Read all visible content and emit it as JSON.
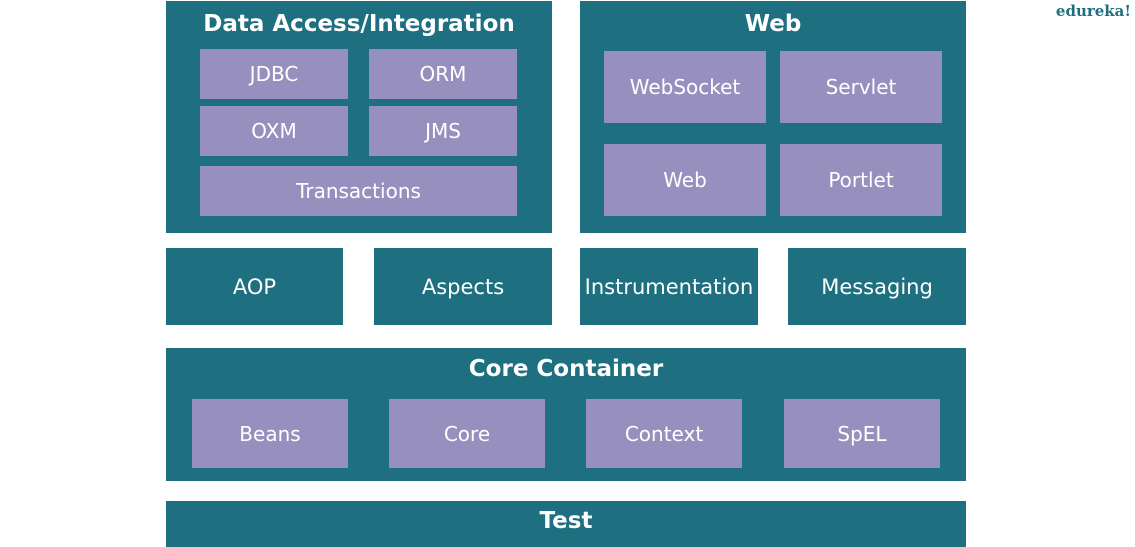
{
  "brand": "edureka!",
  "colors": {
    "panel": "#1e6f80",
    "box": "#9790bf",
    "text": "#ffffff"
  },
  "data_access": {
    "title": "Data Access/Integration",
    "items": [
      "JDBC",
      "ORM",
      "OXM",
      "JMS",
      "Transactions"
    ]
  },
  "web": {
    "title": "Web",
    "items": [
      "WebSocket",
      "Servlet",
      "Web",
      "Portlet"
    ]
  },
  "middle": [
    "AOP",
    "Aspects",
    "Instrumentation",
    "Messaging"
  ],
  "core_container": {
    "title": "Core Container",
    "items": [
      "Beans",
      "Core",
      "Context",
      "SpEL"
    ]
  },
  "test": {
    "title": "Test"
  }
}
